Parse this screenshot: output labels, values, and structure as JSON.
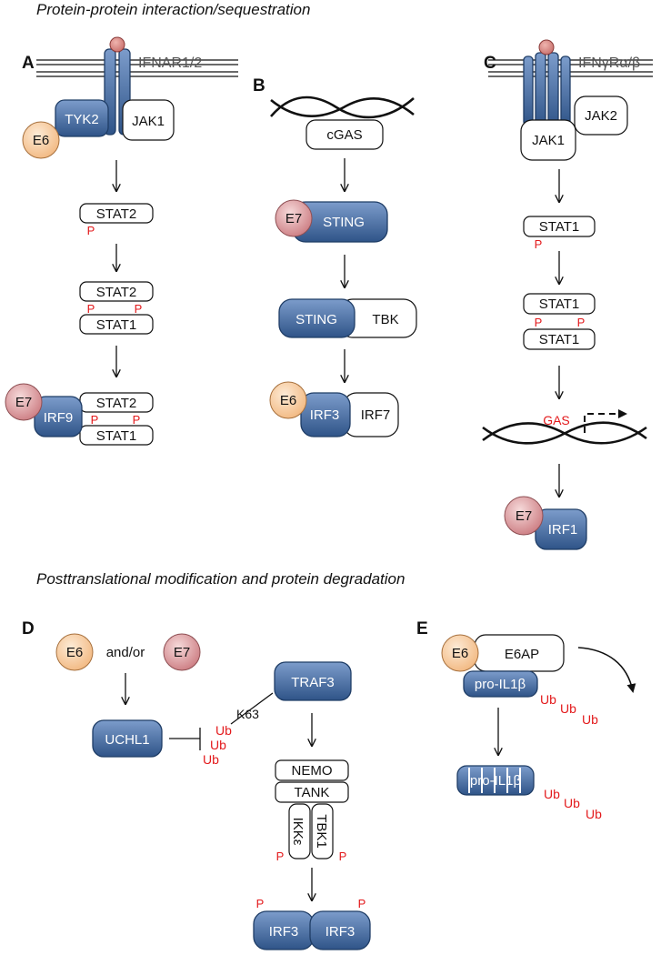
{
  "headings": {
    "top": "Protein-protein interaction/sequestration",
    "bottom": "Posttranslational modification and protein degradation"
  },
  "panels": {
    "a": {
      "letter": "A",
      "receptor": "IFNAR1/2",
      "tyk2": "TYK2",
      "jak1": "JAK1",
      "viral": "E6",
      "stat2": "STAT2",
      "stat1": "STAT1",
      "phospho": "P",
      "irf9": "IRF9",
      "viral2": "E7"
    },
    "b": {
      "letter": "B",
      "cgas": "cGAS",
      "viral_sting": "E7",
      "sting": "STING",
      "tbk": "TBK",
      "viral_irf": "E6",
      "irf3": "IRF3",
      "irf7": "IRF7"
    },
    "c": {
      "letter": "C",
      "receptor": "IFNγRα/β",
      "jak2": "JAK2",
      "jak1": "JAK1",
      "stat1": "STAT1",
      "phospho": "P",
      "gas": "GAS",
      "viral": "E7",
      "irf1": "IRF1"
    },
    "d": {
      "letter": "D",
      "e6": "E6",
      "andor": "and/or",
      "e7": "E7",
      "uchl1": "UCHL1",
      "k63": "K63",
      "ub": "Ub",
      "traf3": "TRAF3",
      "nemo": "NEMO",
      "tank": "TANK",
      "ikke": "IKKε",
      "tbk1": "TBK1",
      "phospho": "P",
      "irf3": "IRF3"
    },
    "e": {
      "letter": "E",
      "e6": "E6",
      "e6ap": "E6AP",
      "prol": "pro-IL1β",
      "ub": "Ub"
    }
  },
  "colors": {
    "blue_light": "#7c9ccb",
    "blue_dark": "#2f5488",
    "e6_orange": "#f7c99a",
    "e7_pink": "#d88f93",
    "ligand": "#d9837f",
    "phospho_red": "#e31a1c"
  }
}
